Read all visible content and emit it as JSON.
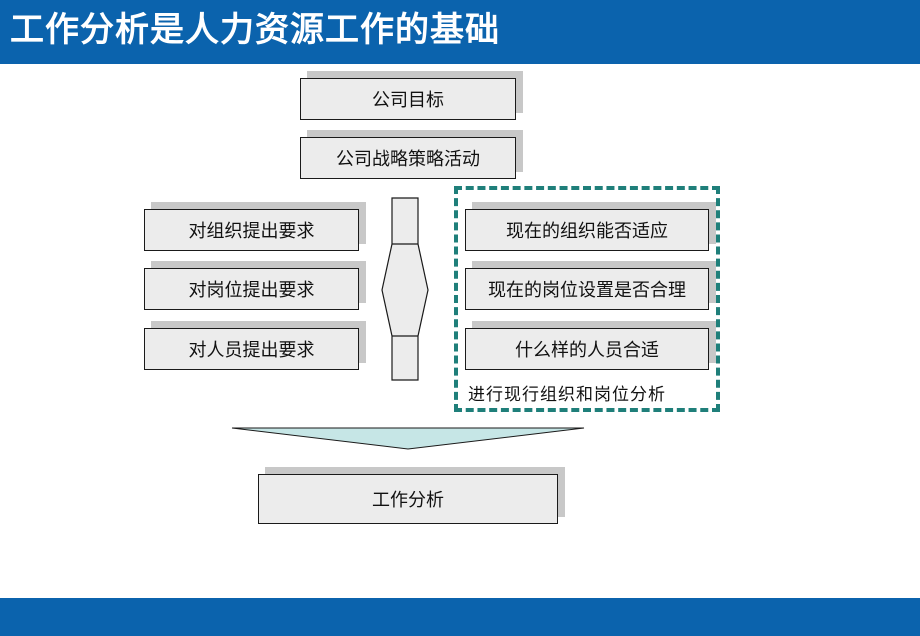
{
  "header": {
    "title": "工作分析是人力资源工作的基础"
  },
  "boxes": {
    "company_goal": "公司目标",
    "company_strategy": "公司战略策略活动",
    "req_org": "对组织提出要求",
    "req_position": "对岗位提出要求",
    "req_staff": "对人员提出要求",
    "q_org": "现在的组织能否适应",
    "q_position": "现在的岗位设置是否合理",
    "q_staff": "什么样的人员合适",
    "job_analysis": "工作分析"
  },
  "analysis_group": {
    "caption": "进行现行组织和岗位分析"
  },
  "colors": {
    "header_bg": "#0b63ad",
    "dashed_border": "#1f7f7a",
    "funnel_fill": "#c6e6e6",
    "box_fill": "#ececec"
  }
}
